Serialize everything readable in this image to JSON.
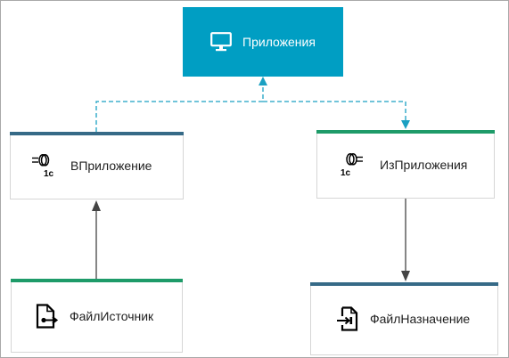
{
  "diagram": {
    "nodes": {
      "applications": {
        "label": "Приложения",
        "icon": "monitor-icon",
        "color": "#009ec3"
      },
      "in_app": {
        "label": "ВПриложение",
        "icon": "1c-inbound-icon",
        "bar_color": "#366a87"
      },
      "out_app": {
        "label": "ИзПриложения",
        "icon": "1c-outbound-icon",
        "bar_color": "#1e9b69"
      },
      "source_file": {
        "label": "ФайлИсточник",
        "icon": "file-source-icon",
        "bar_color": "#1e9b69"
      },
      "dest_file": {
        "label": "ФайлНазначение",
        "icon": "file-destination-icon",
        "bar_color": "#366a87"
      }
    },
    "connector_colors": {
      "dashed": "#1aa0c2",
      "solid": "#444444"
    }
  }
}
